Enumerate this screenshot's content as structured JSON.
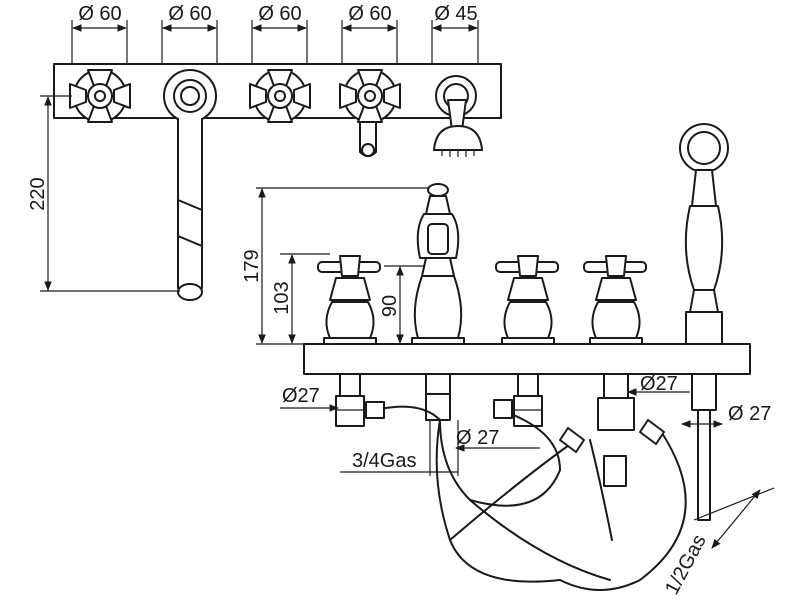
{
  "top_view": {
    "diameters": [
      "Ø 60",
      "Ø 60",
      "Ø 60",
      "Ø 60",
      "Ø 45"
    ],
    "height_220": "220"
  },
  "front_view": {
    "height_179": "179",
    "height_103": "103",
    "height_90": "90",
    "dia_27_left": "Ø27",
    "dia_27_mid": "Ø 27",
    "dia_27_right_upper": "Ø27",
    "dia_27_right": "Ø 27",
    "thread_34": "3/4Gas",
    "thread_12": "1/2Gas"
  },
  "colors": {
    "line": "#1a1a1a",
    "background": "#ffffff"
  }
}
